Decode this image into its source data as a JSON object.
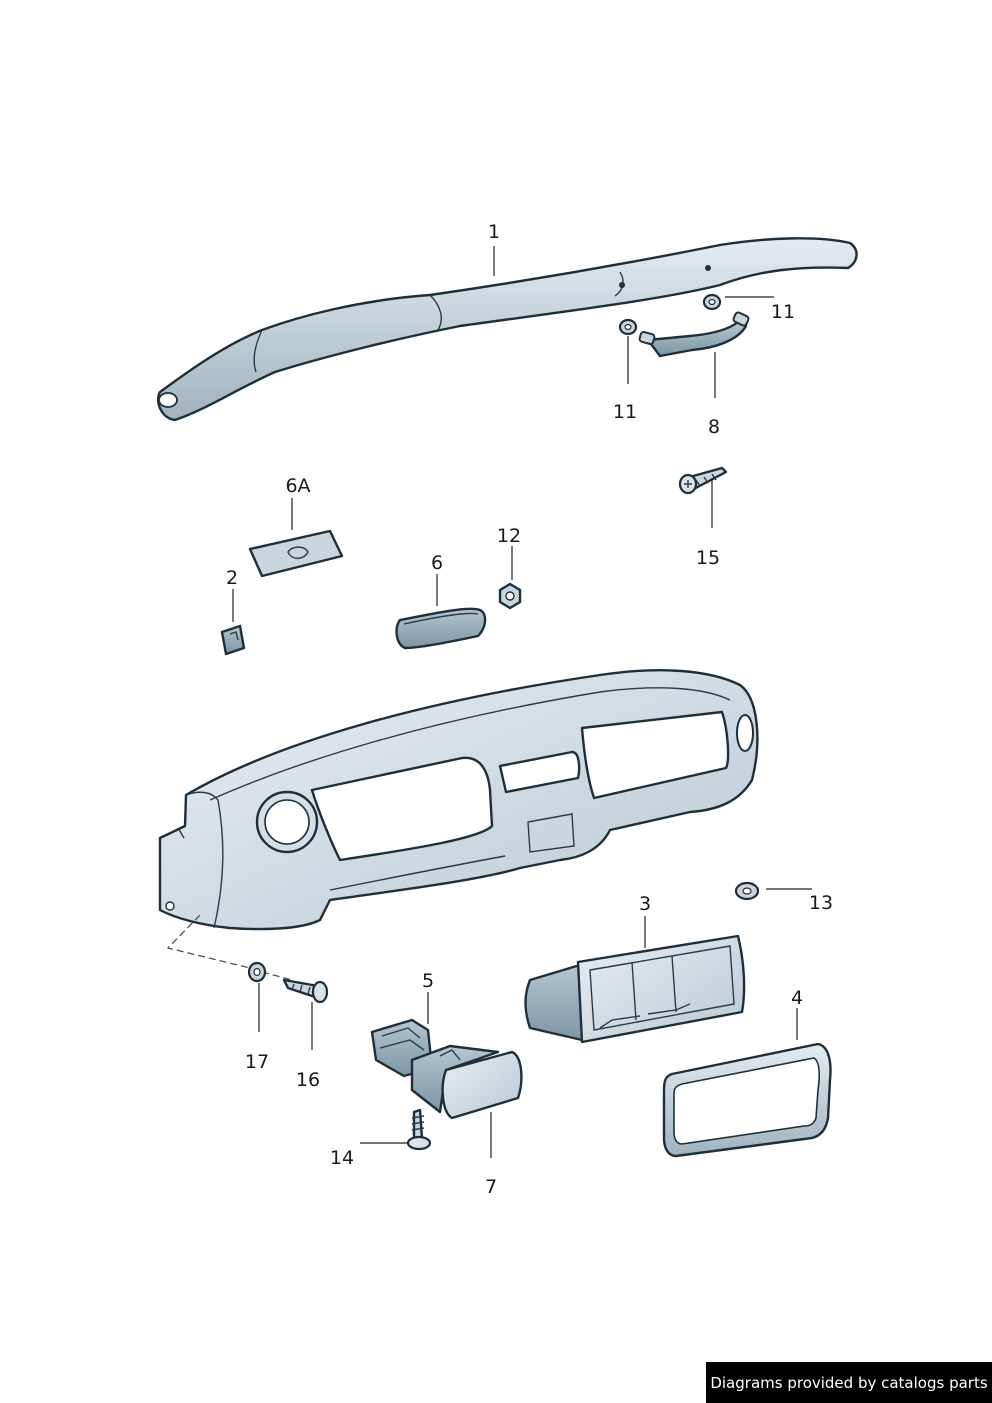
{
  "callouts": {
    "c1": "1",
    "c2": "2",
    "c3": "3",
    "c4": "4",
    "c5": "5",
    "c6": "6",
    "c6a": "6A",
    "c7": "7",
    "c8": "8",
    "c11a": "11",
    "c11b": "11",
    "c12": "12",
    "c13": "13",
    "c14": "14",
    "c15": "15",
    "c16": "16",
    "c17": "17"
  },
  "footer": {
    "watermark_text": "Diagrams provided by catalogs parts"
  },
  "colors": {
    "part_fill": "#c9d6de",
    "part_light": "#e4ecf1",
    "part_dark": "#8ea3b0",
    "outline": "#1f2f3a"
  }
}
